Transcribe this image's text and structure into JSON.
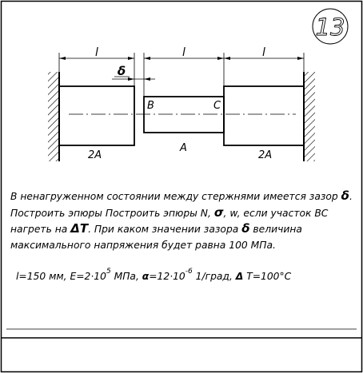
{
  "problem_number": "13",
  "diagram": {
    "dim_left": "l",
    "dim_middle": "l",
    "dim_right": "l",
    "gap_label": "δ",
    "point_b": "B",
    "point_c": "C",
    "area_left": "2A",
    "area_middle": "A",
    "area_right": "2A"
  },
  "text": {
    "line1_a": "В ненагруженном состоянии между стержнями имеется зазор ",
    "line1_sym": "δ",
    "line1_end": ".",
    "line2_a": "Построить эпюры Построить эпюры N, ",
    "line2_sigma": "σ",
    "line2_b": ", w, если участок ВС",
    "line3_a": "нагреть на ",
    "line3_dt": "ΔT",
    "line3_b": ". При каком значении зазора  ",
    "line3_sym": "δ",
    "line3_c": " величина",
    "line4": "максимального напряжения будет равна 100 МПа."
  },
  "params": {
    "p1": "l=150 мм, E=2·10",
    "exp1": "5",
    "p2": " МПа, ",
    "alpha": "α",
    "p3": "=12·10",
    "exp2": "-6",
    "p4": " 1/град, ",
    "delta": "Δ",
    "p5": " T=100°C"
  }
}
